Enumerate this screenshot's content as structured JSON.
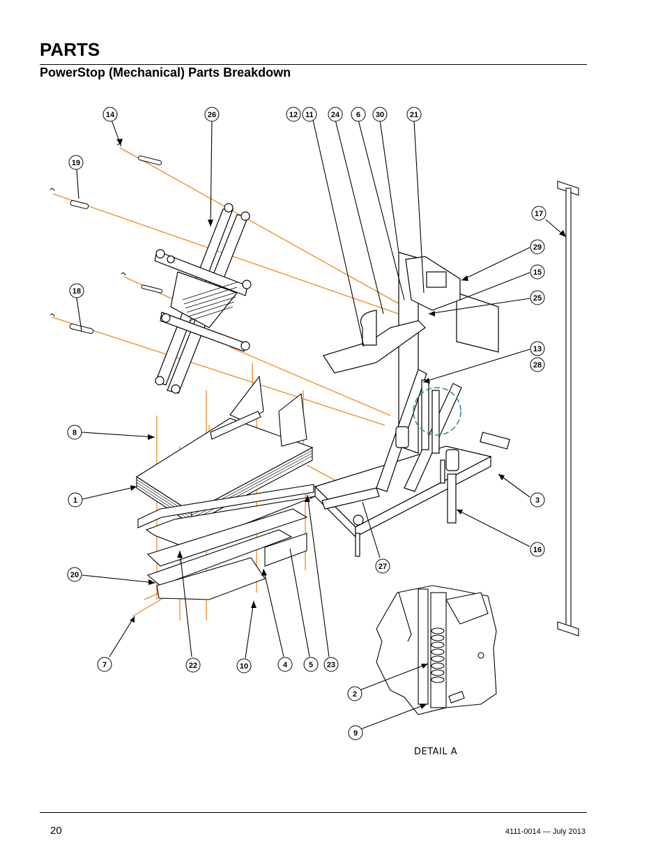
{
  "header": {
    "section_title": "PARTS",
    "subtitle": "PowerStop (Mechanical) Parts Breakdown"
  },
  "diagram": {
    "detail_label": "DETAIL  A",
    "colors": {
      "leader_orange": "#f08a1c",
      "detail_circle": "#1a8a8a",
      "ink": "#000000"
    },
    "callouts": [
      "14",
      "26",
      "12",
      "11",
      "24",
      "6",
      "30",
      "21",
      "19",
      "17",
      "29",
      "15",
      "25",
      "18",
      "13",
      "28",
      "8",
      "1",
      "3",
      "16",
      "20",
      "27",
      "7",
      "22",
      "10",
      "4",
      "5",
      "23",
      "2",
      "9"
    ]
  },
  "footer": {
    "page_number": "20",
    "doc_ref": "4111-0014 — July 2013"
  }
}
